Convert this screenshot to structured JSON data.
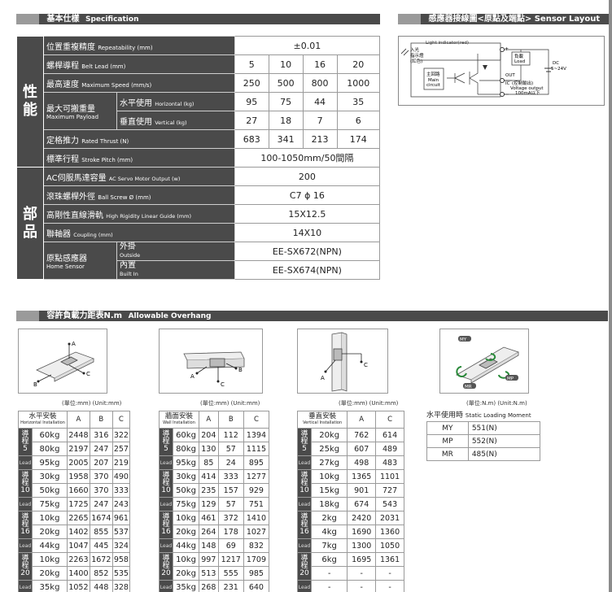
{
  "spec": {
    "header_zh": "基本仕樣",
    "header_en": "Specification",
    "cat_perf": "性\n能",
    "cat_parts": "部\n品",
    "rows": {
      "repeatability": {
        "zh": "位置重複精度",
        "en": "Repeatability (mm)",
        "value": "±0.01"
      },
      "lead": {
        "zh": "螺桿導程",
        "en": "Belt Lead (mm)",
        "values": [
          "5",
          "10",
          "16",
          "20"
        ]
      },
      "speed": {
        "zh": "最高速度",
        "en": "Maximum Speed (mm/s)",
        "values": [
          "250",
          "500",
          "800",
          "1000"
        ]
      },
      "payload": {
        "zh": "最大可搬重量",
        "en": "Maximum Payload",
        "horizontal": {
          "zh": "水平使用",
          "en": "Horizontal (kg)",
          "values": [
            "95",
            "75",
            "44",
            "35"
          ]
        },
        "vertical": {
          "zh": "垂直使用",
          "en": "Vertical (kg)",
          "values": [
            "27",
            "18",
            "7",
            "6"
          ]
        }
      },
      "thrust": {
        "zh": "定格推力",
        "en": "Rated Thrust (N)",
        "values": [
          "683",
          "341",
          "213",
          "174"
        ]
      },
      "stroke": {
        "zh": "標準行程",
        "en": "Stroke Pitch (mm)",
        "value": "100-1050mm/50間隔"
      },
      "motor": {
        "zh": "AC伺服馬達容量",
        "en": "AC Servo Motor Output (w)",
        "value": "200"
      },
      "ballscrew": {
        "zh": "滾珠螺桿外徑",
        "en": "Ball Screw Ø (mm)",
        "value": "C7 ϕ 16"
      },
      "guide": {
        "zh": "高剛性直線滑軌",
        "en": "High Rigidity Linear Guide (mm)",
        "value": "15X12.5"
      },
      "coupling": {
        "zh": "聯軸器",
        "en": "Coupling (mm)",
        "value": "14X10"
      },
      "sensor": {
        "zh": "原點感應器",
        "en": "Home Sensor",
        "outside": {
          "zh": "外掛",
          "en": "Outside",
          "value": "EE-SX672(NPN)"
        },
        "builtin": {
          "zh": "內置",
          "en": "Built In",
          "value": "EE-SX674(NPN)"
        }
      }
    }
  },
  "sensor_layout": {
    "header": "感應器接線圖<原點及端點> Sensor Layout",
    "light_indicator": "Light indicator(red)",
    "lamp_zh1": "入光",
    "lamp_zh2": "指示燈",
    "lamp_zh3": "(紅色)",
    "main_zh": "主回路",
    "main_en1": "Main",
    "main_en2": "circuit",
    "load_zh": "負載",
    "load_en": "Load",
    "out": "OUT",
    "ic": "IC",
    "control_zh": "(控制輸出)",
    "voltage_en": "Voltage output",
    "current": "100mA以下",
    "dc": "DC",
    "dc_v": "5~24V"
  },
  "overhang": {
    "header_zh": "容許負載力距表N.m",
    "header_en": "Allowable Overhang",
    "unit_label": "(單位:mm) (Unit:mm)",
    "lead_word": "Lead",
    "lead_zh": "導\n程",
    "horizontal": {
      "title_zh": "水平安裝",
      "title_en": "Horizontal Installation",
      "cols": [
        "A",
        "B",
        "C"
      ],
      "groups": [
        {
          "lead": "5",
          "rows": [
            [
              "60kg",
              "2448",
              "316",
              "322"
            ],
            [
              "80kg",
              "2197",
              "247",
              "257"
            ],
            [
              "95kg",
              "2005",
              "207",
              "219"
            ]
          ]
        },
        {
          "lead": "10",
          "rows": [
            [
              "30kg",
              "1958",
              "370",
              "490"
            ],
            [
              "50kg",
              "1660",
              "370",
              "333"
            ],
            [
              "75kg",
              "1725",
              "247",
              "243"
            ]
          ]
        },
        {
          "lead": "16",
          "rows": [
            [
              "10kg",
              "2265",
              "1674",
              "961"
            ],
            [
              "20kg",
              "1402",
              "855",
              "537"
            ],
            [
              "44kg",
              "1047",
              "445",
              "324"
            ]
          ]
        },
        {
          "lead": "20",
          "rows": [
            [
              "10kg",
              "2263",
              "1672",
              "958"
            ],
            [
              "20kg",
              "1400",
              "852",
              "535"
            ],
            [
              "35kg",
              "1052",
              "448",
              "328"
            ]
          ]
        }
      ]
    },
    "wall": {
      "title_zh": "牆面安裝",
      "title_en": "Wall Installation",
      "cols": [
        "A",
        "B",
        "C"
      ],
      "groups": [
        {
          "lead": "5",
          "rows": [
            [
              "60kg",
              "204",
              "112",
              "1394"
            ],
            [
              "80kg",
              "130",
              "57",
              "1115"
            ],
            [
              "95kg",
              "85",
              "24",
              "895"
            ]
          ]
        },
        {
          "lead": "10",
          "rows": [
            [
              "30kg",
              "414",
              "333",
              "1277"
            ],
            [
              "50kg",
              "235",
              "157",
              "929"
            ],
            [
              "75kg",
              "129",
              "57",
              "751"
            ]
          ]
        },
        {
          "lead": "16",
          "rows": [
            [
              "10kg",
              "461",
              "372",
              "1410"
            ],
            [
              "20kg",
              "264",
              "178",
              "1027"
            ],
            [
              "44kg",
              "148",
              "69",
              "832"
            ]
          ]
        },
        {
          "lead": "20",
          "rows": [
            [
              "10kg",
              "997",
              "1217",
              "1709"
            ],
            [
              "20kg",
              "513",
              "555",
              "985"
            ],
            [
              "35kg",
              "268",
              "231",
              "640"
            ]
          ]
        }
      ]
    },
    "vertical": {
      "title_zh": "垂直安裝",
      "title_en": "Vertical Installation",
      "cols": [
        "A",
        "C"
      ],
      "groups": [
        {
          "lead": "5",
          "rows": [
            [
              "20kg",
              "762",
              "614"
            ],
            [
              "25kg",
              "607",
              "489"
            ],
            [
              "27kg",
              "498",
              "483"
            ]
          ]
        },
        {
          "lead": "10",
          "rows": [
            [
              "10kg",
              "1365",
              "1101"
            ],
            [
              "15kg",
              "901",
              "727"
            ],
            [
              "18kg",
              "674",
              "543"
            ]
          ]
        },
        {
          "lead": "16",
          "rows": [
            [
              "2kg",
              "2420",
              "2031"
            ],
            [
              "4kg",
              "1690",
              "1360"
            ],
            [
              "7kg",
              "1300",
              "1050"
            ]
          ]
        },
        {
          "lead": "20",
          "rows": [
            [
              "6kg",
              "1695",
              "1361"
            ],
            [
              "-",
              "-",
              "-"
            ],
            [
              "-",
              "-",
              "-"
            ]
          ]
        }
      ]
    },
    "static": {
      "unit_label": "(單位:N.m) (Unit:N.m)",
      "title_zh": "水平使用時",
      "title_en": "Static Loading Moment",
      "rows": [
        [
          "MY",
          "551(N)"
        ],
        [
          "MP",
          "552(N)"
        ],
        [
          "MR",
          "485(N)"
        ]
      ]
    },
    "fig_labels": {
      "a": "A",
      "b": "B",
      "c": "C",
      "my": "MY",
      "mp": "MP",
      "mr": "MR"
    }
  }
}
